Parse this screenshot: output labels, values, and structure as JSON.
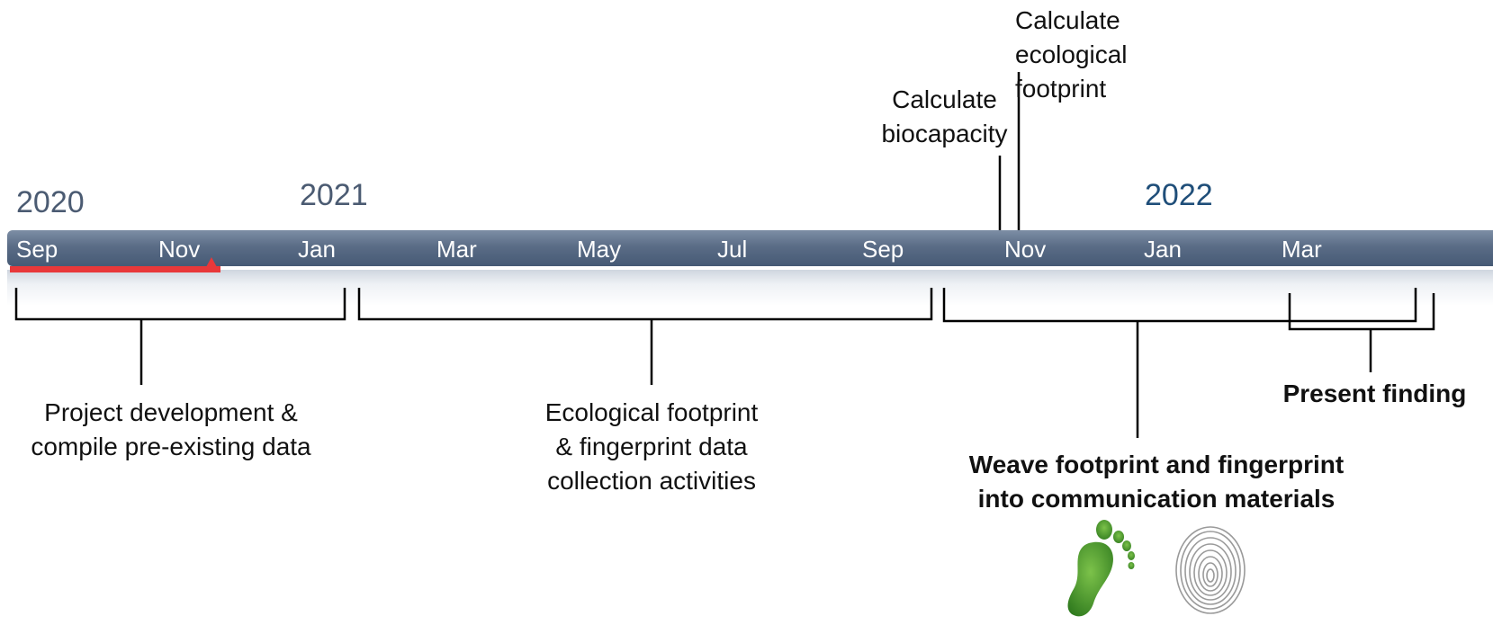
{
  "colors": {
    "bar": "#55677f",
    "progress": "#e8383a",
    "year_2020": "#4b5b72",
    "year_2021": "#4b5b72",
    "year_2022": "#1f4e79",
    "month_text": "#ffffff"
  },
  "timeline": {
    "years": [
      {
        "label": "2020"
      },
      {
        "label": "2021"
      },
      {
        "label": "2022"
      }
    ],
    "months": [
      "Sep",
      "Nov",
      "Jan",
      "Mar",
      "May",
      "Jul",
      "Sep",
      "Nov",
      "Jan",
      "Mar"
    ],
    "progress_through": "Nov 2020"
  },
  "milestones": [
    {
      "label": "Calculate biocapacity"
    },
    {
      "label": "Calculate ecological footprint"
    }
  ],
  "phases": [
    {
      "label_lines": [
        "Project development &",
        "compile pre-existing data"
      ]
    },
    {
      "label_lines": [
        "Ecological footprint",
        "& fingerprint data",
        "collection activities"
      ]
    },
    {
      "label_lines": [
        "Weave footprint and fingerprint",
        "into communication materials"
      ]
    },
    {
      "label_lines": [
        "Present finding"
      ]
    }
  ],
  "icons": [
    "footprint-icon",
    "fingerprint-icon"
  ]
}
